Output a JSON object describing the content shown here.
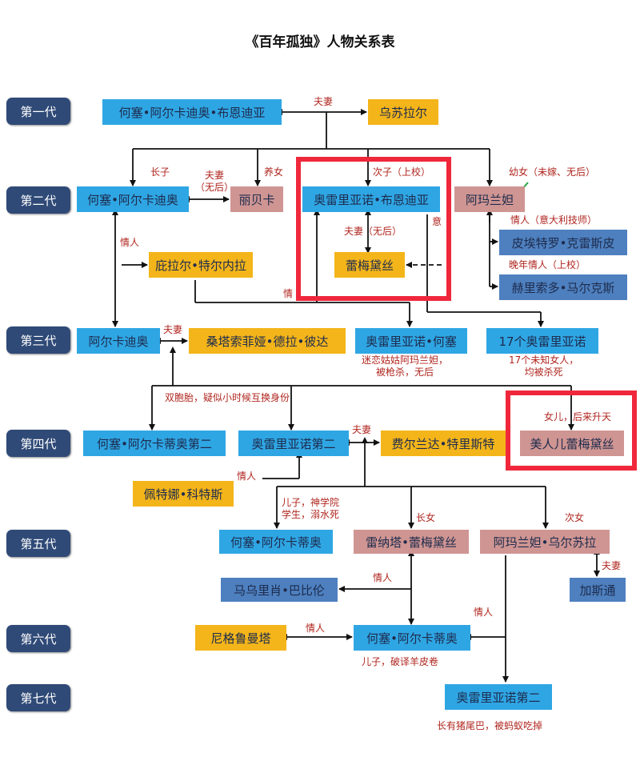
{
  "title": "《百年孤独》人物关系表",
  "generations": [
    "第一代",
    "第二代",
    "第三代",
    "第四代",
    "第五代",
    "第六代",
    "第七代"
  ],
  "nodes": {
    "jose_arcadio_buendia": "何塞•阿尔卡迪奥•布恩迪亚",
    "ursula": "乌苏拉尔",
    "jose_arcadio": "何塞•阿尔卡迪奥",
    "rebeca": "丽贝卡",
    "aureliano_buendia": "奥雷里亚诺•布恩迪亚",
    "amaranta": "阿玛兰妲",
    "pietro_crespi": "皮埃特罗•克雷斯皮",
    "gerineldo_marquez": "赫里索多•马尔克斯",
    "pilar_ternera": "庇拉尔•特尔内拉",
    "remedios": "蕾梅黛丝",
    "arcadio": "阿尔卡迪奥",
    "santa_sofia": "桑塔索菲娅•德拉•彼达",
    "aureliano_jose": "奥雷里亚诺•何塞",
    "seventeen_aurelianos": "17个奥雷里亚诺",
    "jose_arcadio_segundo": "何塞•阿尔卡蒂奥第二",
    "aureliano_segundo": "奥雷里亚诺第二",
    "fernanda": "费尔兰达•特里斯特",
    "remedios_beauty": "美人儿蕾梅黛丝",
    "petra_cotes": "佩特娜•科特斯",
    "jose_arcadio_g5": "何塞•阿尔卡蒂奥",
    "renata_remedios": "雷纳塔•蕾梅黛丝",
    "amaranta_ursula": "阿玛兰妲•乌尔苏拉",
    "gaston": "加斯通",
    "mauricio_babilonia": "马乌里肖•巴比伦",
    "nigromanta": "尼格鲁曼塔",
    "aureliano_babilonia": "何塞•阿尔卡蒂奥",
    "aureliano_g7": "奥雷里亚诺第二"
  },
  "labels": {
    "spouse1": "夫妻",
    "eldest_son": "长子",
    "spouse_no_heir": "夫妻\n（无后）",
    "adopted_daughter": "养女",
    "second_son": "次子（上校）",
    "youngest_daughter": "幼女（未嫁、无后）",
    "lover_italian": "情人（意大利技师）",
    "late_lover": "晚年情人（上校）",
    "lover_pilar": "情人",
    "spouse_remedios": "夫妻（无后）",
    "lover_right_partial": "意",
    "lover_mid_partial": "情",
    "spouse3": "夫妻",
    "aj_note": "迷恋姑姑阿玛兰妲，\n被枪杀，无后",
    "seventeen_note": "17个未知女人，\n均被杀死",
    "twins_note": "双胞胎，疑似小时候互换身份",
    "daughter_ascended": "女儿，后来升天",
    "spouse4": "夫妻",
    "lover_petra": "情人",
    "son_seminary": "儿子，神学院\n学生，溺水死",
    "eldest_daughter": "长女",
    "second_daughter": "次女",
    "spouse5": "夫妻",
    "lover_mauricio": "情人",
    "lover_nigromanta": "情人",
    "lover_g6": "情人",
    "son_parchment": "儿子，破译羊皮卷",
    "pig_tail_note": "长有猪尾巴，被蚂蚁吃掉"
  }
}
